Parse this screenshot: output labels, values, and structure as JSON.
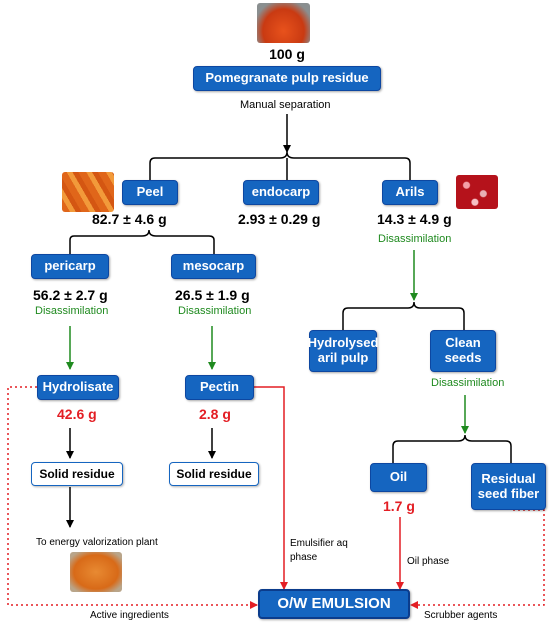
{
  "top": {
    "amount": "100 g",
    "residue_label": "Pomegranate pulp residue",
    "separation_note": "Manual separation"
  },
  "peel": {
    "label": "Peel",
    "value": "82.7 ± 4.6 g"
  },
  "endocarp": {
    "label": "endocarp",
    "value": "2.93 ± 0.29 g"
  },
  "arils": {
    "label": "Arils",
    "value": "14.3 ± 4.9 g",
    "process": "Disassimilation"
  },
  "pericarp": {
    "label": "pericarp",
    "value": "56.2 ± 2.7 g",
    "process": "Disassimilation"
  },
  "mesocarp": {
    "label": "mesocarp",
    "value": "26.5 ± 1.9 g",
    "process": "Disassimilation"
  },
  "hydrolisate": {
    "label": "Hydrolisate",
    "value": "42.6 g"
  },
  "pectin": {
    "label": "Pectin",
    "value": "2.8 g"
  },
  "solid_residue_1": "Solid residue",
  "solid_residue_2": "Solid residue",
  "energy_note": "To energy valorization plant",
  "hydrolysed": {
    "label": "Hydrolysed aril pulp"
  },
  "clean_seeds": {
    "label": "Clean seeds",
    "process": "Disassimilation"
  },
  "oil": {
    "label": "Oil",
    "value": "1.7 g"
  },
  "residual": {
    "label": "Residual seed fiber"
  },
  "emulsion": {
    "label": "O/W EMULSION"
  },
  "notes": {
    "emulsifier": "Emulsifier aq phase",
    "oil_phase": "Oil phase",
    "active": "Active  ingredients",
    "scrubber": "Scrubber agents"
  },
  "colors": {
    "box_blue": "#1565c0",
    "red": "#e31e24",
    "green": "#1f8a1f",
    "dark_blue": "#0d47a1"
  }
}
